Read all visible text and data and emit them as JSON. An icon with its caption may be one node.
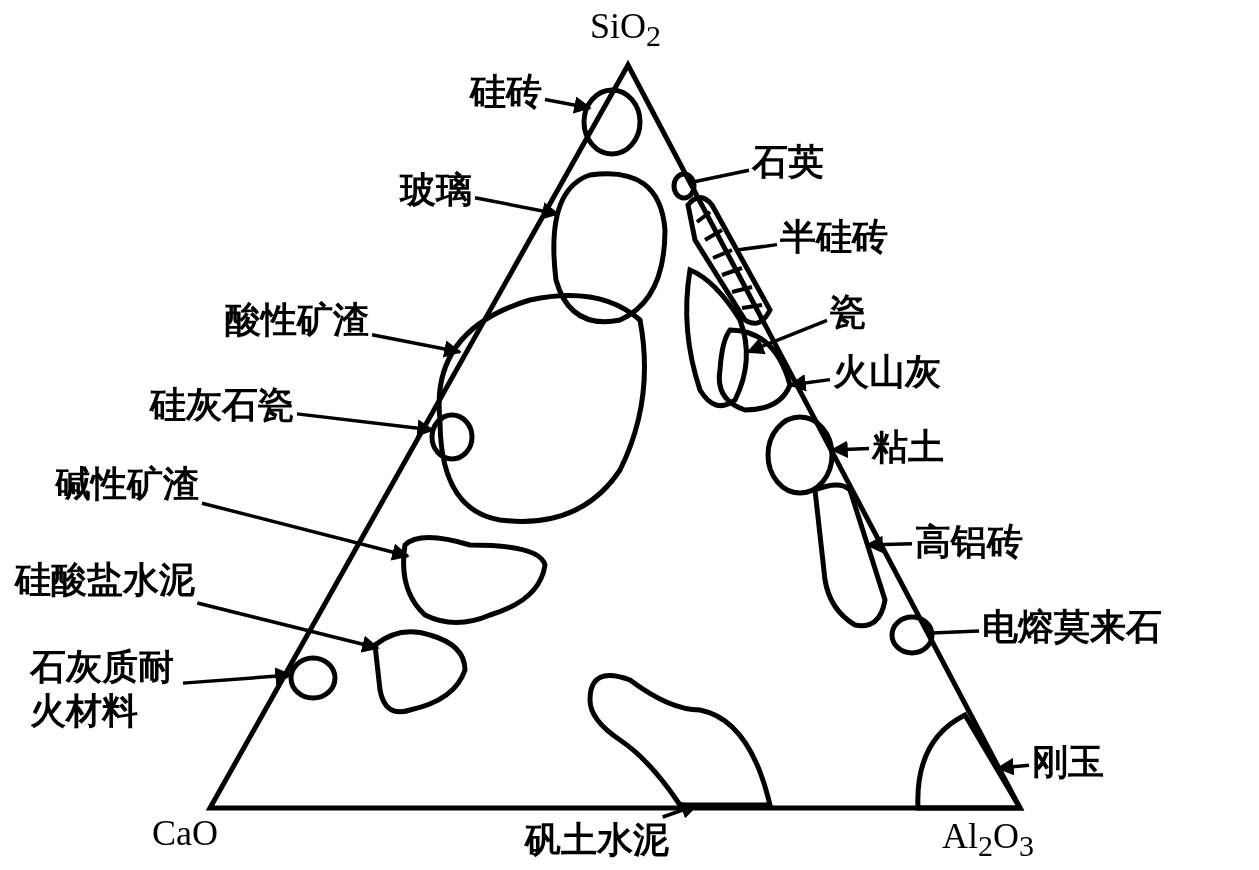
{
  "diagram": {
    "nodes": [
      {
        "text": [
          "硅砖"
        ]
      },
      {
        "text": [],
        "shape": "blob"
      },
      {
        "text": [
          "石英"
        ]
      },
      {
        "text": [],
        "shape": "blob"
      },
      {
        "text": [
          "玻璃"
        ]
      },
      {
        "text": [],
        "shape": "blob"
      },
      {
        "text": [
          "半硅砖"
        ]
      },
      {
        "text": [],
        "shape": "blob"
      },
      {
        "text": [
          "酸性矿渣"
        ]
      },
      {
        "text": [],
        "shape": "blob"
      },
      {
        "text": [
          "瓷"
        ]
      },
      {
        "text": [],
        "shape": "blob"
      },
      {
        "text": [
          "火山灰"
        ]
      },
      {
        "text": [],
        "shape": "blob"
      },
      {
        "text": [
          "硅灰石瓷"
        ]
      },
      {
        "text": [],
        "shape": "blob"
      },
      {
        "text": [
          "粘土"
        ]
      },
      {
        "text": [],
        "shape": "blob"
      },
      {
        "text": [
          "碱性矿渣"
        ]
      },
      {
        "text": [],
        "shape": "blob"
      },
      {
        "text": [
          "高铝砖"
        ]
      },
      {
        "text": [],
        "shape": "blob"
      },
      {
        "text": [
          "硅酸盐水泥"
        ]
      },
      {
        "text": [],
        "shape": "blob"
      },
      {
        "text": [
          "电熔莫来石"
        ]
      },
      {
        "text": [],
        "shape": "blob"
      },
      {
        "text": [
          "石灰质耐火材料"
        ]
      },
      {
        "text": [],
        "shape": "blob"
      },
      {
        "text": [
          "刚玉"
        ]
      },
      {
        "text": [],
        "shape": "blob"
      },
      {
        "text": [
          "矾土水泥"
        ]
      },
      {
        "text": [],
        "shape": "blob"
      }
    ],
    "edges": [
      {
        "from": 0,
        "to": 1,
        "arrow": "to"
      },
      {
        "from": 2,
        "to": 3,
        "arrow": "none"
      },
      {
        "from": 4,
        "to": 5,
        "arrow": "to"
      },
      {
        "from": 6,
        "to": 7,
        "arrow": "none"
      },
      {
        "from": 8,
        "to": 9,
        "arrow": "to"
      },
      {
        "from": 10,
        "to": 11,
        "arrow": "to"
      },
      {
        "from": 12,
        "to": 13,
        "arrow": "to"
      },
      {
        "from": 14,
        "to": 15,
        "arrow": "to"
      },
      {
        "from": 16,
        "to": 17,
        "arrow": "to"
      },
      {
        "from": 18,
        "to": 19,
        "arrow": "to"
      },
      {
        "from": 20,
        "to": 21,
        "arrow": "to"
      },
      {
        "from": 22,
        "to": 23,
        "arrow": "to"
      },
      {
        "from": 24,
        "to": 25,
        "arrow": "none"
      },
      {
        "from": 26,
        "to": 27,
        "arrow": "to"
      },
      {
        "from": 28,
        "to": 29,
        "arrow": "to"
      },
      {
        "from": 30,
        "to": 31,
        "arrow": "to"
      }
    ],
    "labels": [
      "SiO$_{2}$",
      "CaO",
      "Al$_{2}$O$_{3}$"
    ]
  }
}
